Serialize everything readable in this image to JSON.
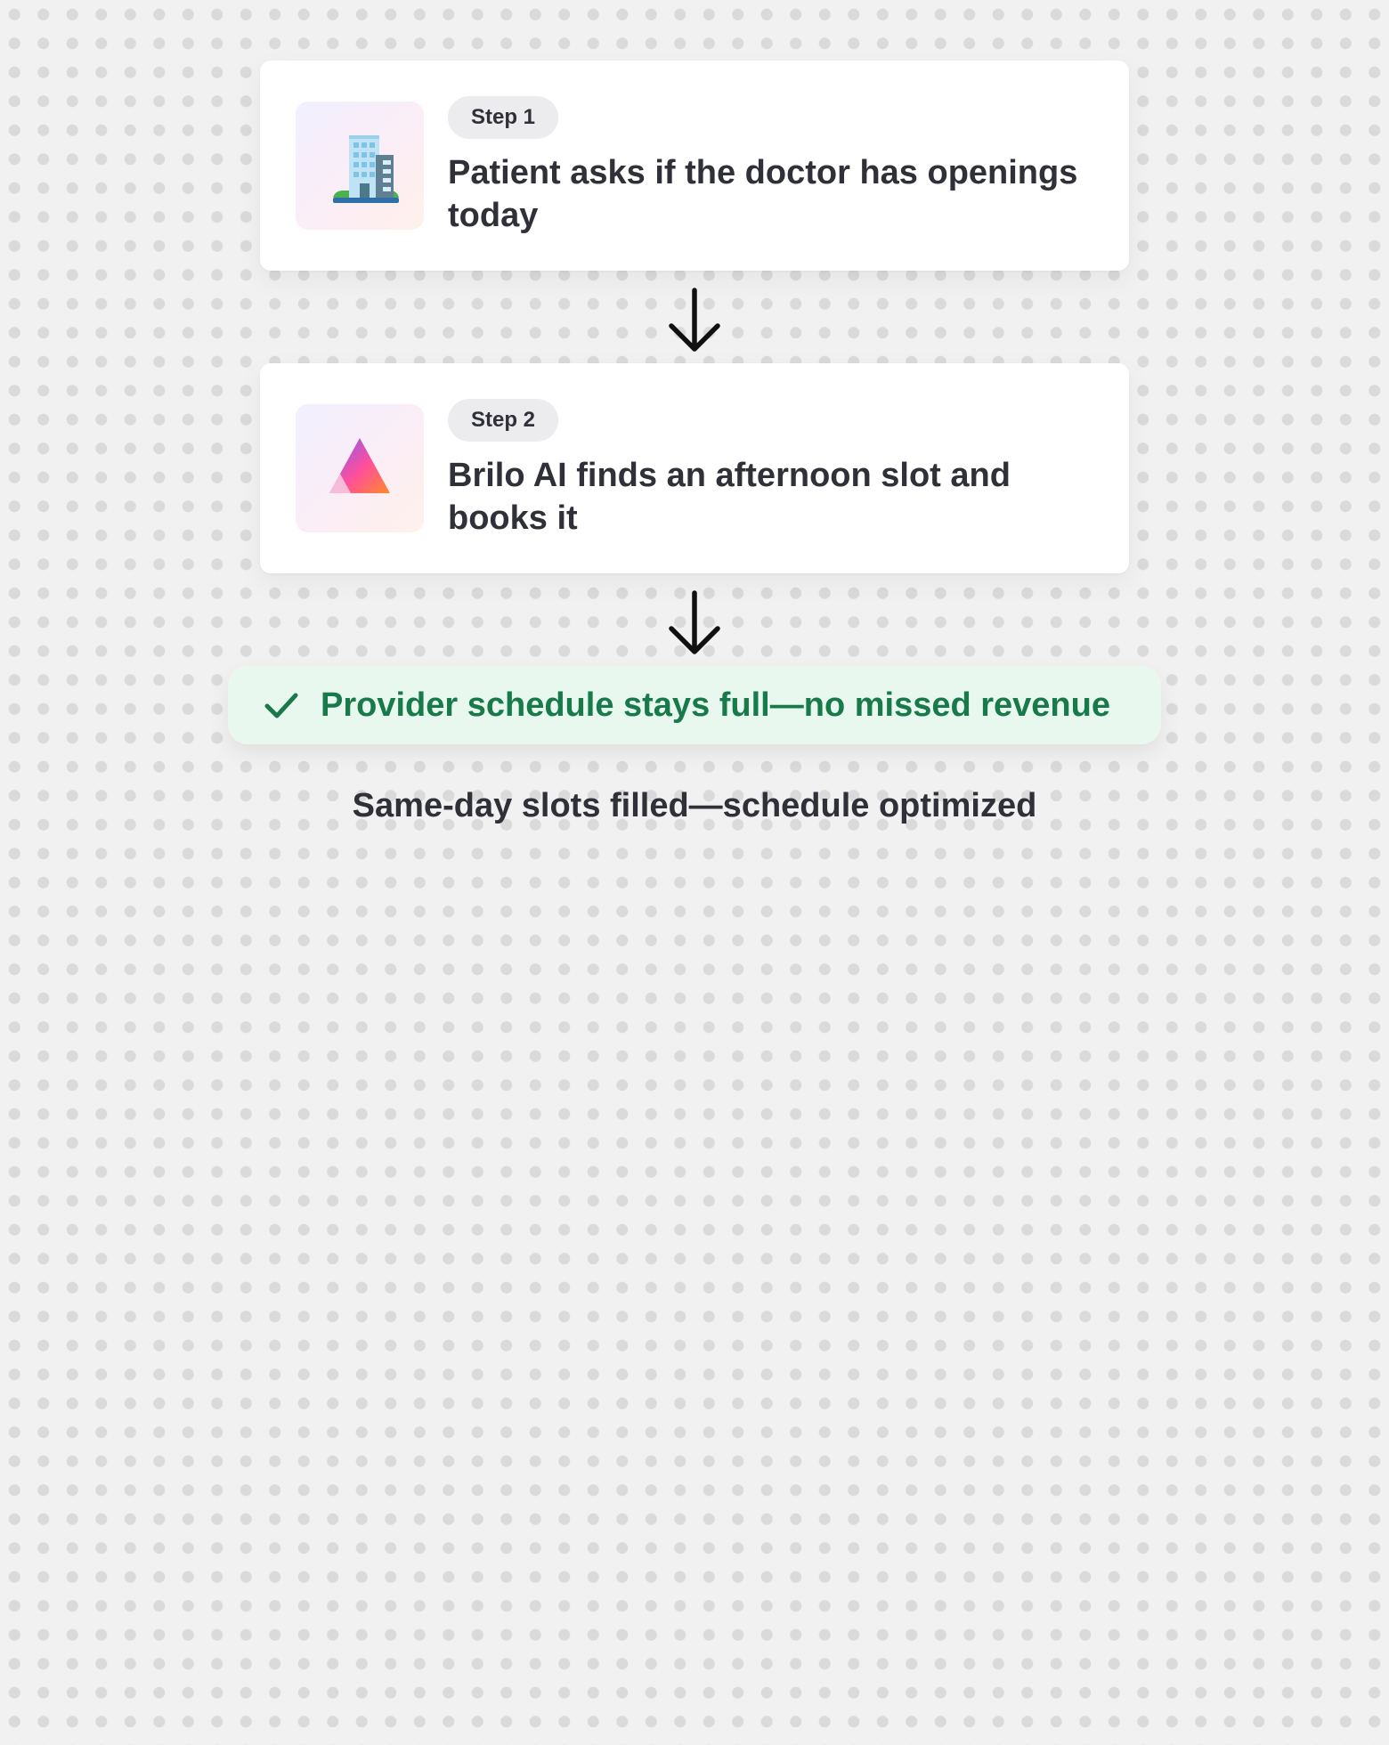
{
  "steps": [
    {
      "pill": "Step 1",
      "text": "Patient asks if the doctor has openings today",
      "icon": "office-building-icon"
    },
    {
      "pill": "Step 2",
      "text": "Brilo AI finds an afternoon slot and books it",
      "icon": "brilo-logo-icon"
    }
  ],
  "arrows": [
    "arrow-down-icon",
    "arrow-down-icon"
  ],
  "result": {
    "icon": "checkmark-icon",
    "text": "Provider schedule stays full—no missed revenue"
  },
  "caption": "Same-day slots filled—schedule optimized",
  "colors": {
    "background": "#f1f1f1",
    "card": "#ffffff",
    "pill": "#ececee",
    "text": "#2f3038",
    "result_bg": "#e9f8ef",
    "result_text": "#18794a"
  }
}
